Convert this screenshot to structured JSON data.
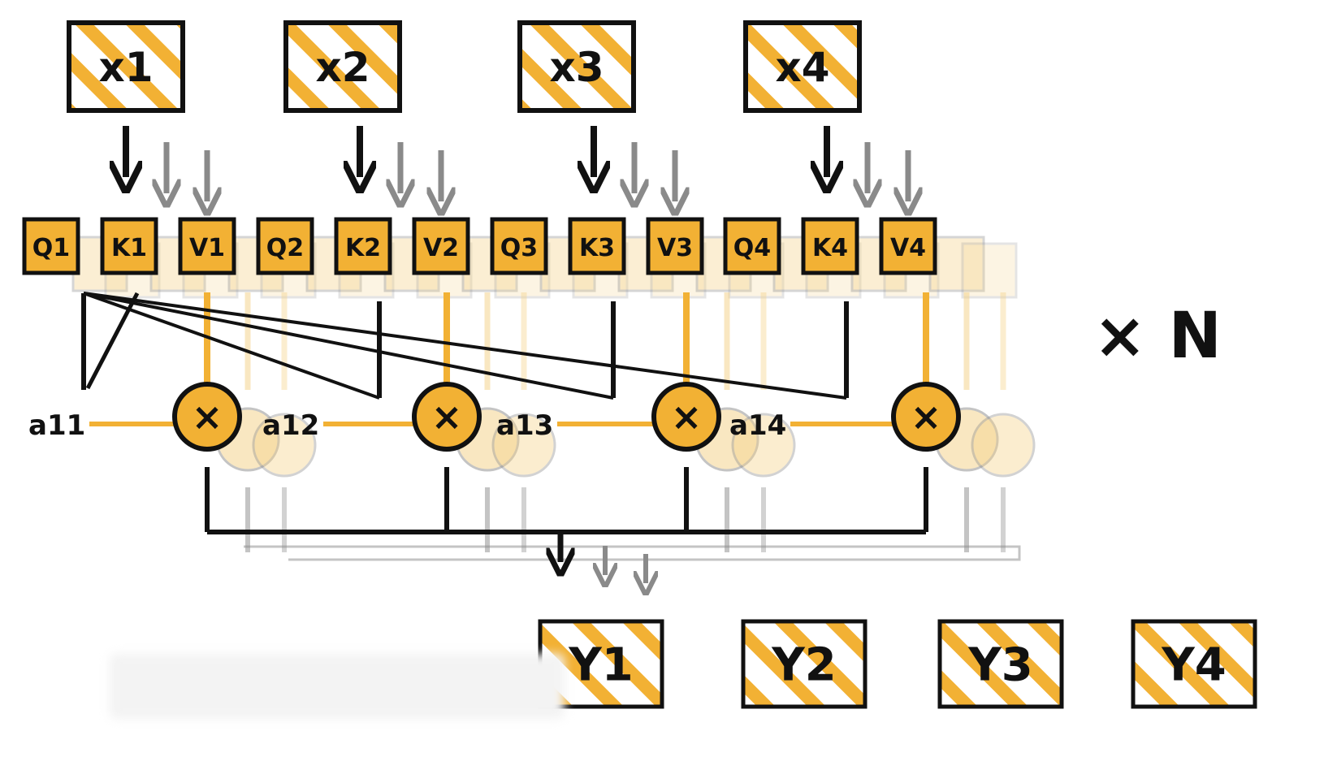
{
  "colors": {
    "ink": "#111111",
    "accent": "#f2b134",
    "shadow_gray": "#8a8a8a",
    "shadow_accent": "#f5d184"
  },
  "inputs": [
    {
      "label": "x1"
    },
    {
      "label": "x2"
    },
    {
      "label": "x3"
    },
    {
      "label": "x4"
    }
  ],
  "qkv": [
    {
      "q": "Q1",
      "k": "K1",
      "v": "V1"
    },
    {
      "q": "Q2",
      "k": "K2",
      "v": "V2"
    },
    {
      "q": "Q3",
      "k": "K3",
      "v": "V3"
    },
    {
      "q": "Q4",
      "k": "K4",
      "v": "V4"
    }
  ],
  "weights": [
    {
      "label": "a11"
    },
    {
      "label": "a12"
    },
    {
      "label": "a13"
    },
    {
      "label": "a14"
    }
  ],
  "multiply_symbol": "×",
  "repeat_label": "× N",
  "outputs": [
    {
      "label": "Y1"
    },
    {
      "label": "Y2"
    },
    {
      "label": "Y3"
    },
    {
      "label": "Y4"
    }
  ]
}
